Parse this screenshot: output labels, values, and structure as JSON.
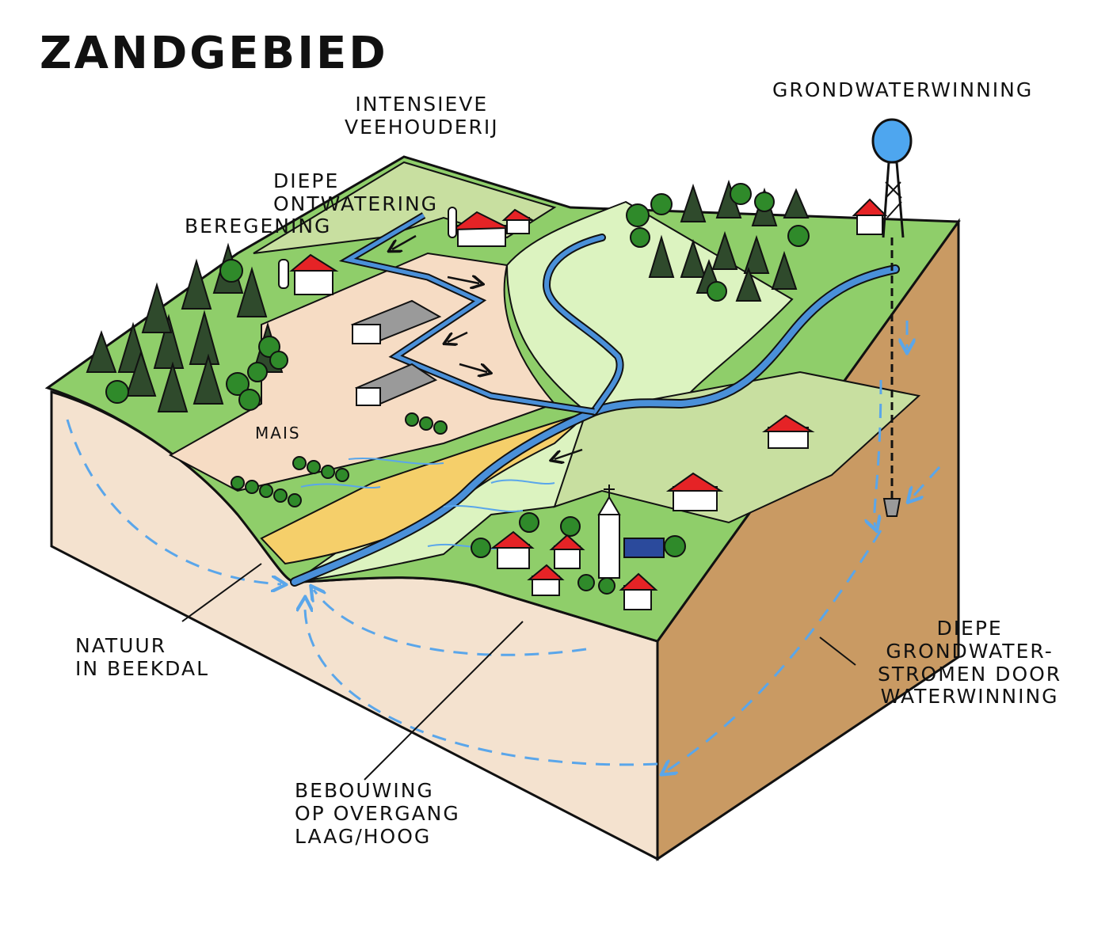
{
  "title": "ZANDGEBIED",
  "labels": {
    "intensieve_veehouderij": "INTENSIEVE\nVEEHOUDERIJ",
    "diepe_ontwatering": "DIEPE\nONTWATERING",
    "beregening": "BEREGENING",
    "grondwaterwinning": "GRONDWATERWINNING",
    "mais": "MAIS",
    "natuur_in_beekdal": "NATUUR\nIN BEEKDAL",
    "bebouwing": "BEBOUWING\nOP OVERGANG\nLAAG/HOOG",
    "diepe_grondwaterstromen": "DIEPE\nGRONDWATER-\nSTROMEN DOOR\nWATERWINNING"
  },
  "colors": {
    "grass": "#8fce6a",
    "light_grass": "#c8dfa0",
    "pale_green": "#dcf3c0",
    "field": "#f6dcc4",
    "sand_front": "#f4e2cf",
    "soil_side": "#c99a63",
    "water": "#4a90d9",
    "flow_arrows": "#5aa6ea",
    "heath": "#f5cf6a",
    "roof": "#e52326",
    "tree_dark": "#2f4a2c",
    "tree_green": "#2f8a2a",
    "water_tower": "#4ea6ef"
  }
}
